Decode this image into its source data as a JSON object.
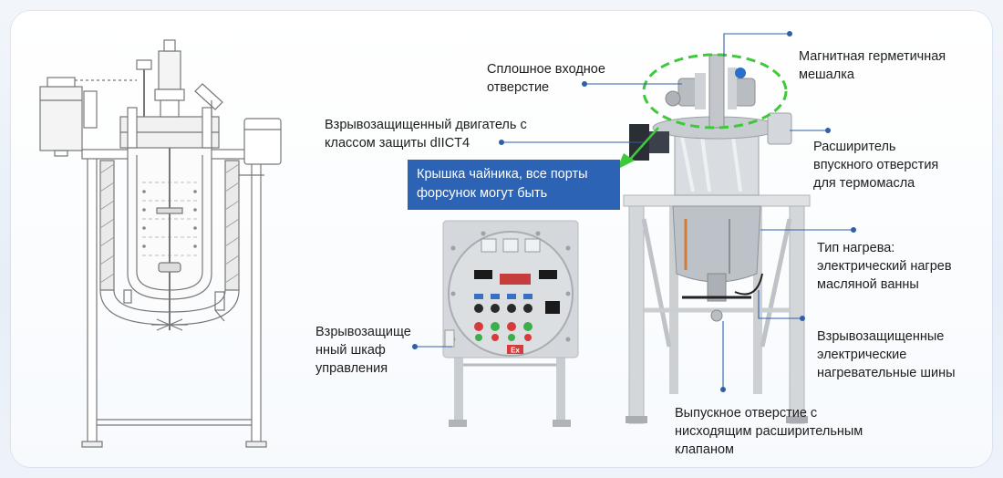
{
  "labels": {
    "inlet": [
      "Сплошное входное",
      "отверстие"
    ],
    "stirrer": [
      "Магнитная герметичная",
      "мешалка"
    ],
    "motor": [
      "Взрывозащищенный двигатель с",
      "классом защиты dIICT4"
    ],
    "banner": [
      "Крышка чайника, все порты",
      "форсунок могут быть"
    ],
    "expander": [
      "Расширитель",
      "впускного отверстия",
      "для термомасла"
    ],
    "heating": [
      "Тип нагрева:",
      "электрический нагрев",
      "масляной ванны"
    ],
    "cabinet": [
      "Взрывозащище",
      "нный шкаф",
      "управления"
    ],
    "bars": [
      "Взрывозащищенные",
      "электрические",
      "нагревательные шины"
    ],
    "outlet": [
      "Выпускное отверстие с",
      "нисходящим расширительным",
      "клапаном"
    ]
  },
  "cabinet_mark": "Ex",
  "colors": {
    "accent": "#2d63b4",
    "callout": "#2f5fa8",
    "highlight": "#3ec93a",
    "drawing": "#7a7a7a",
    "frame": "#d9dde2"
  },
  "icons": [
    "reactor-drawing",
    "control-cabinet-photo",
    "reactor-photo",
    "arrow-icon"
  ]
}
